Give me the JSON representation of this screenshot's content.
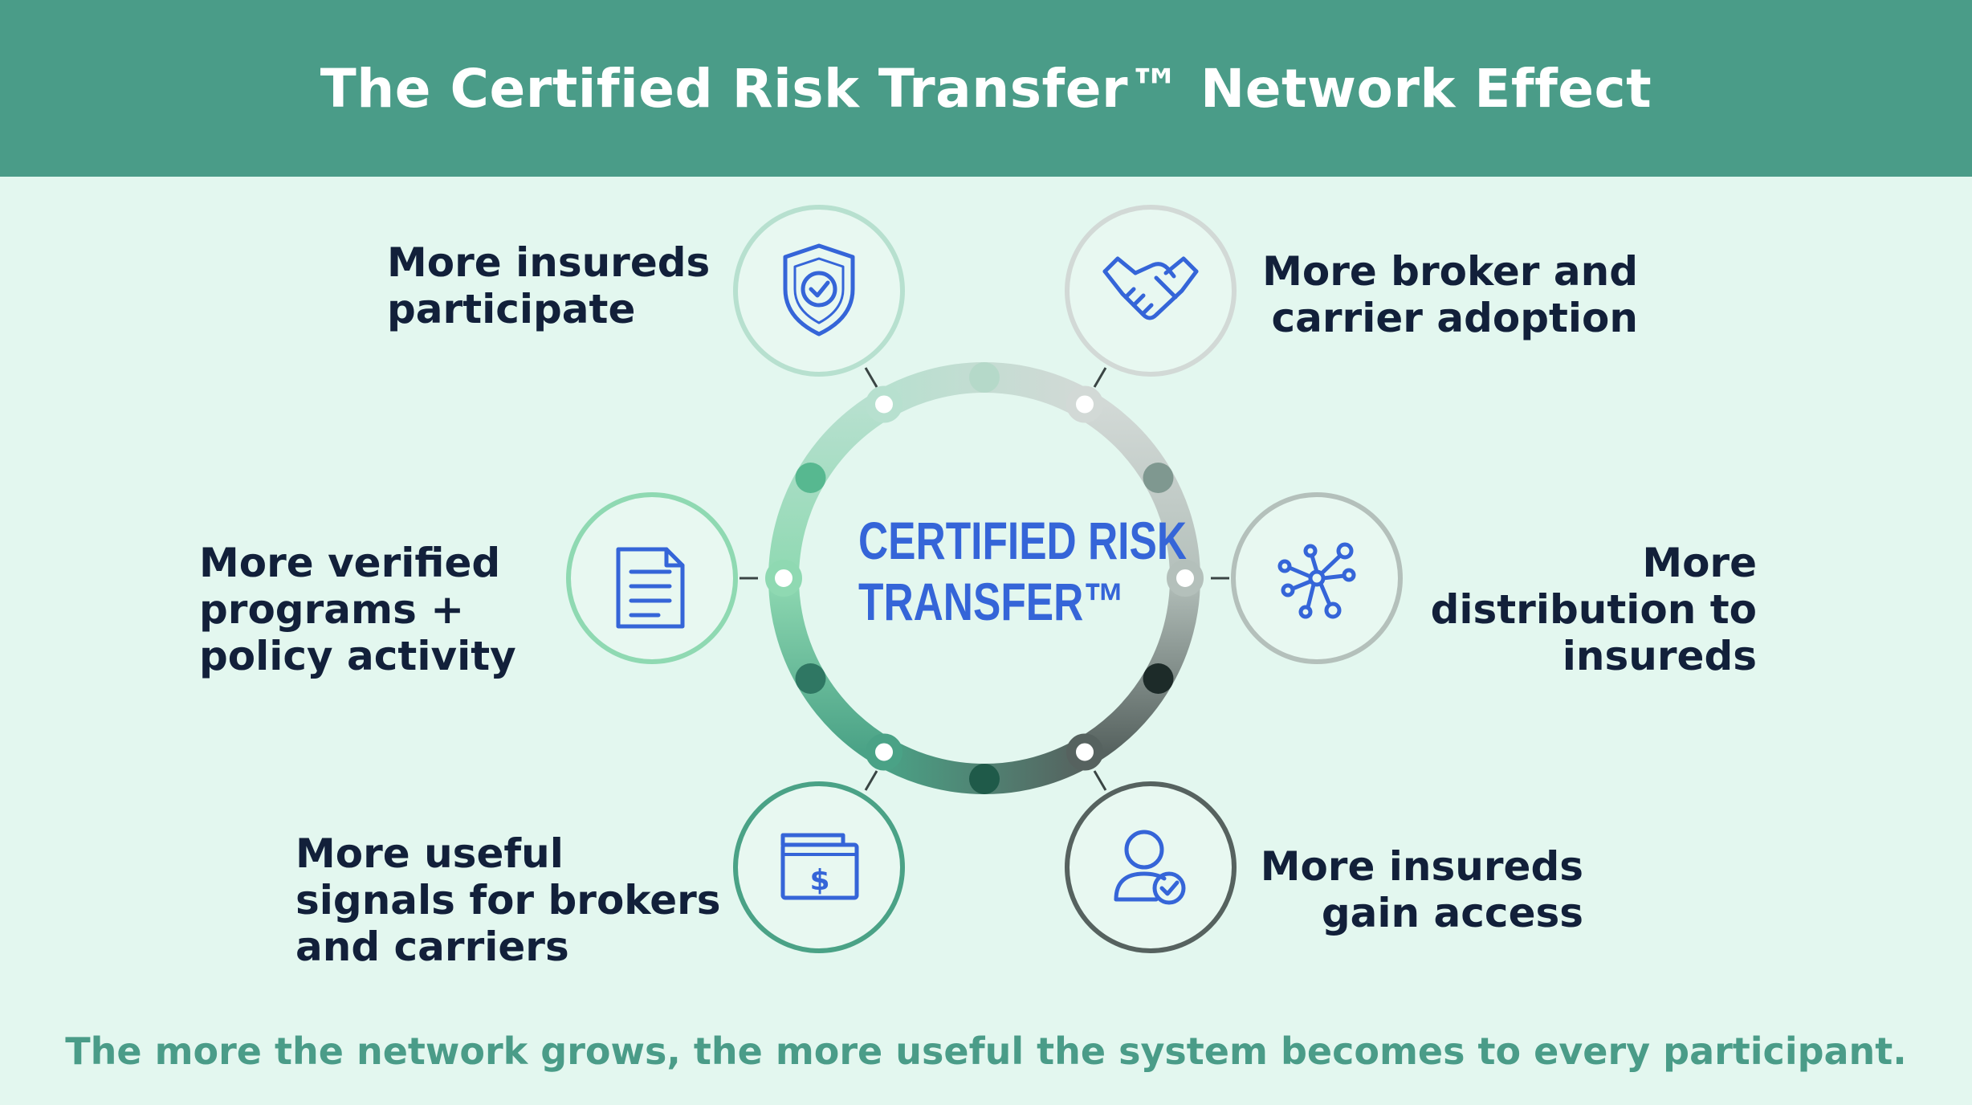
{
  "header": {
    "title": "The Certified Risk Transfer™ Network Effect"
  },
  "center": {
    "line1": "CERTIFIED RISK",
    "line2": "TRANSFER™"
  },
  "nodes": [
    {
      "line1": "More insureds",
      "line2": "participate",
      "icon": "shield-check-icon",
      "color": "#b7e0cf"
    },
    {
      "line1": "More broker and",
      "line2": "carrier adoption",
      "icon": "handshake-icon",
      "color": "#d2d9d6"
    },
    {
      "line1": "More",
      "line2": "distribution to",
      "line3": "insureds",
      "icon": "network-icon",
      "color": "#b4c0bb"
    },
    {
      "line1": "More insureds",
      "line2": "gain access",
      "icon": "user-check-icon",
      "color": "#56625f"
    },
    {
      "line1": "More useful",
      "line2": "signals for brokers",
      "line3": "and carriers",
      "icon": "money-card-icon",
      "color": "#4aa286"
    },
    {
      "line1": "More verified",
      "line2": "programs +",
      "line3": "policy activity",
      "icon": "document-icon",
      "color": "#8fd9b2"
    }
  ],
  "footer": {
    "text": "The more the network grows, the more useful the system becomes to every participant."
  },
  "colors": {
    "header": "#4a9c88",
    "background": "#e3f7ef",
    "center_text": "#3565d8",
    "icon": "#3565d8",
    "text": "#12203a"
  }
}
